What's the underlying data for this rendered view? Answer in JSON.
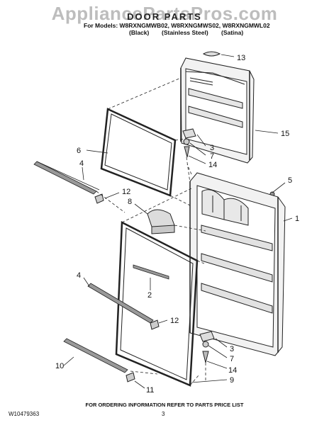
{
  "header": {
    "watermark": "AppliancePartsPros.com",
    "title": "DOOR PARTS",
    "models": "For Models: W8RXNGMWB02, W8RXNGMWS02, W8RXNGMWL02",
    "finishes": [
      "(Black)",
      "(Stainless Steel)",
      "(Satina)"
    ]
  },
  "callouts": [
    "13",
    "15",
    "6",
    "3",
    "7",
    "14",
    "4",
    "12",
    "5",
    "8",
    "1",
    "2",
    "4",
    "12",
    "3",
    "7",
    "14",
    "10",
    "9",
    "11"
  ],
  "footer": {
    "ordering_info": "FOR ORDERING INFORMATION REFER TO PARTS PRICE LIST",
    "doc_number": "W10479363",
    "page_number": "3"
  }
}
